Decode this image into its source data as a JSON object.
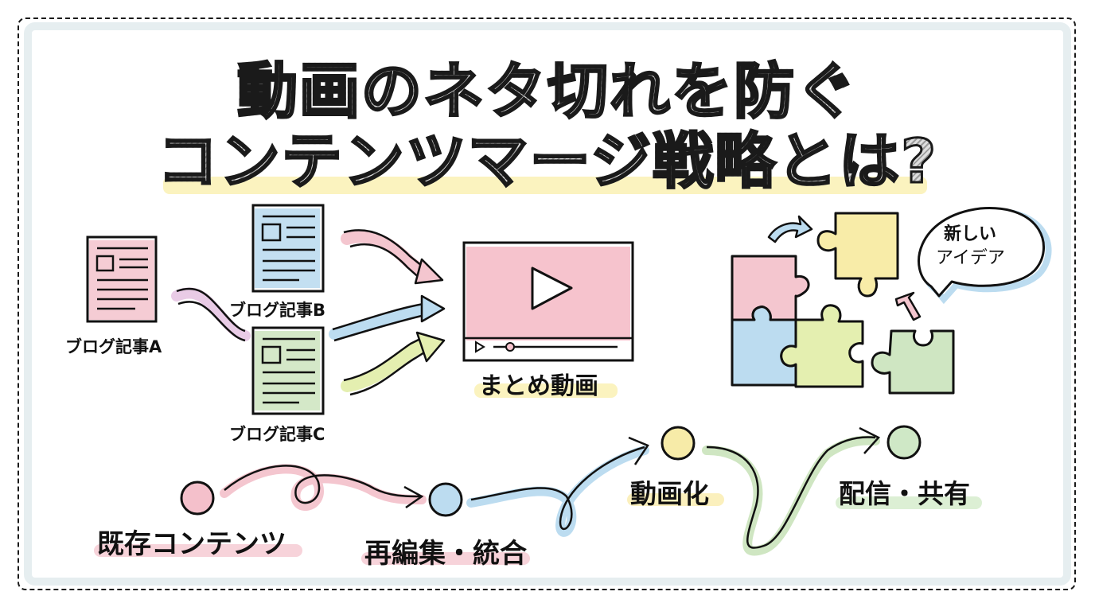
{
  "title": {
    "line1": "動画のネタ切れを防ぐ",
    "line2": "コンテンツマージ戦略とは?"
  },
  "blogs": [
    {
      "label": "ブログ記事A",
      "color": "#f4c6cf"
    },
    {
      "label": "ブログ記事B",
      "color": "#bcdcf0"
    },
    {
      "label": "ブログ記事C",
      "color": "#cfe6c2"
    }
  ],
  "video": {
    "label": "まとめ動画",
    "fill_color": "#f6c3cd",
    "icon": "play-icon"
  },
  "puzzle": {
    "speech_bubble": {
      "line1": "新しい",
      "line2": "アイデア"
    },
    "pieces": [
      "pink",
      "blue",
      "lime",
      "yellow",
      "green"
    ]
  },
  "flow": {
    "steps": [
      {
        "label": "既存コンテンツ",
        "color": "#f4c0cb"
      },
      {
        "label": "再編集・統合",
        "color": "#bcdcf0"
      },
      {
        "label": "動画化",
        "color": "#f7eba8"
      },
      {
        "label": "配信・共有",
        "color": "#cfe8c6"
      }
    ]
  },
  "colors": {
    "pink": "#f4c6cf",
    "blue": "#bcdcf0",
    "yellow": "#f8eca8",
    "lime": "#e4efb0",
    "green": "#cfe6c2",
    "ink": "#111111",
    "frame_wash": "#e6eef0"
  }
}
